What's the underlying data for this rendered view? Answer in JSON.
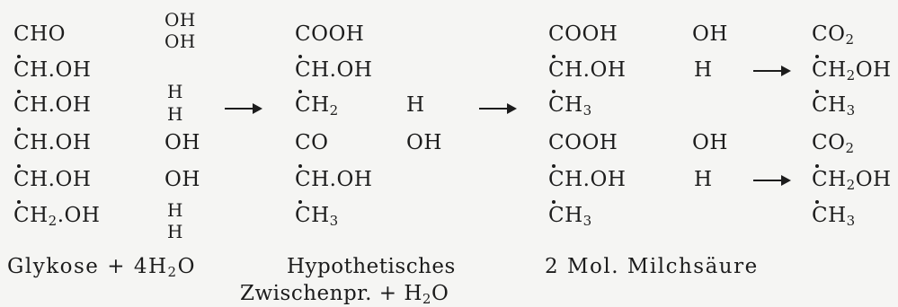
{
  "col1": [
    "CHO",
    "CH.OH",
    "CH.OH",
    "CH.OH",
    "CH.OH",
    "CH",
    ".OH"
  ],
  "col1_sub2": "2",
  "col1_water": [
    "OH",
    "OH",
    "H",
    "H",
    "OH",
    "OH",
    "H",
    "H"
  ],
  "col2": [
    "COOH",
    "CH.OH",
    "CH",
    "CO",
    "CH.OH",
    "CH"
  ],
  "col2_sub": [
    "2",
    "3"
  ],
  "col2_side": [
    "H",
    "OH"
  ],
  "col3": [
    "COOH",
    "CH.OH",
    "CH",
    "COOH",
    "CH.OH",
    "CH"
  ],
  "col3_sub": [
    "3",
    "3"
  ],
  "col3_side": [
    "OH",
    "H",
    "OH",
    "H"
  ],
  "col4": [
    "CO",
    "CH",
    "OH",
    "CH",
    "CO",
    "CH",
    "OH",
    "CH"
  ],
  "col4_sub": [
    "2",
    "2",
    "3",
    "2",
    "2",
    "3"
  ],
  "caption1": {
    "text": "Glykose + 4H",
    "sub": "2",
    "tail": "O"
  },
  "caption2a": "Hypothetisches",
  "caption2b": {
    "text": "Zwischenpr. + H",
    "sub": "2",
    "tail": "O"
  },
  "caption3": "2 Mol. Milchsäure"
}
